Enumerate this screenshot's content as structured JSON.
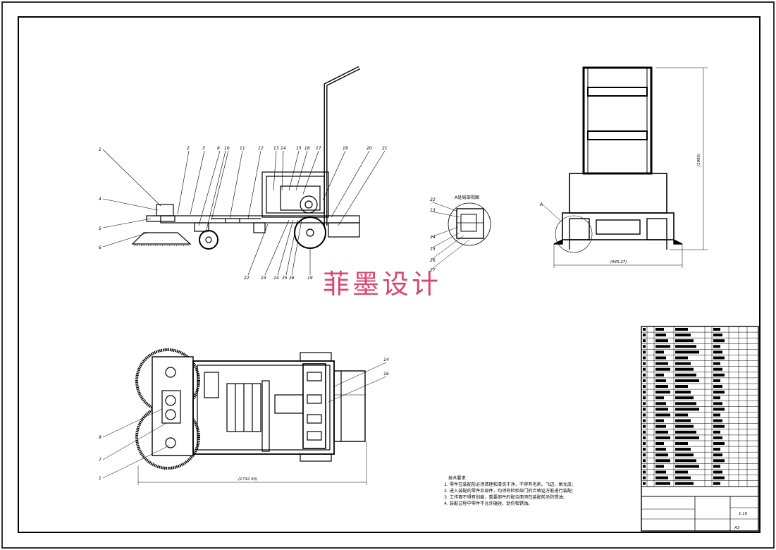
{
  "watermark": "菲墨设计",
  "detail_view": {
    "title": "A处局部视图"
  },
  "notes": {
    "heading": "技术要求",
    "items": [
      "1. 零件在装配前必须清理和清洗干净，不得有毛刺、飞边、氧化皮;",
      "2. 进入装配的零件及部件，均须有检验部门的合格证方能进行装配;",
      "3. 工作面不得有划痕，重要部件的配合面须在装配前涂防锈油;",
      "4. 装配过程中零件不允许磕碰、划伤和锈蚀。"
    ]
  },
  "dimensions": {
    "height": "(1095)",
    "width_front": "(945.27)",
    "length_top": "(1732.30)"
  },
  "callouts": {
    "side_top": [
      "2",
      "3",
      "8",
      "10",
      "11",
      "12",
      "13",
      "14",
      "15",
      "16",
      "17",
      "18",
      "20",
      "21"
    ],
    "side_left": [
      "1",
      "4",
      "5",
      "6"
    ],
    "side_bottom": [
      "22",
      "23",
      "24",
      "25",
      "26",
      "19"
    ],
    "detail": [
      "22",
      "13",
      "24",
      "15",
      "26",
      "27"
    ],
    "front": [
      "A"
    ],
    "plan_left": [
      "9",
      "7",
      "1"
    ],
    "plan_right": [
      "14",
      "16"
    ]
  },
  "title_block": {
    "scale": "1:10",
    "drawing_no": "A3"
  },
  "colors": {
    "line": "#000000",
    "watermark": "#d9466e"
  }
}
